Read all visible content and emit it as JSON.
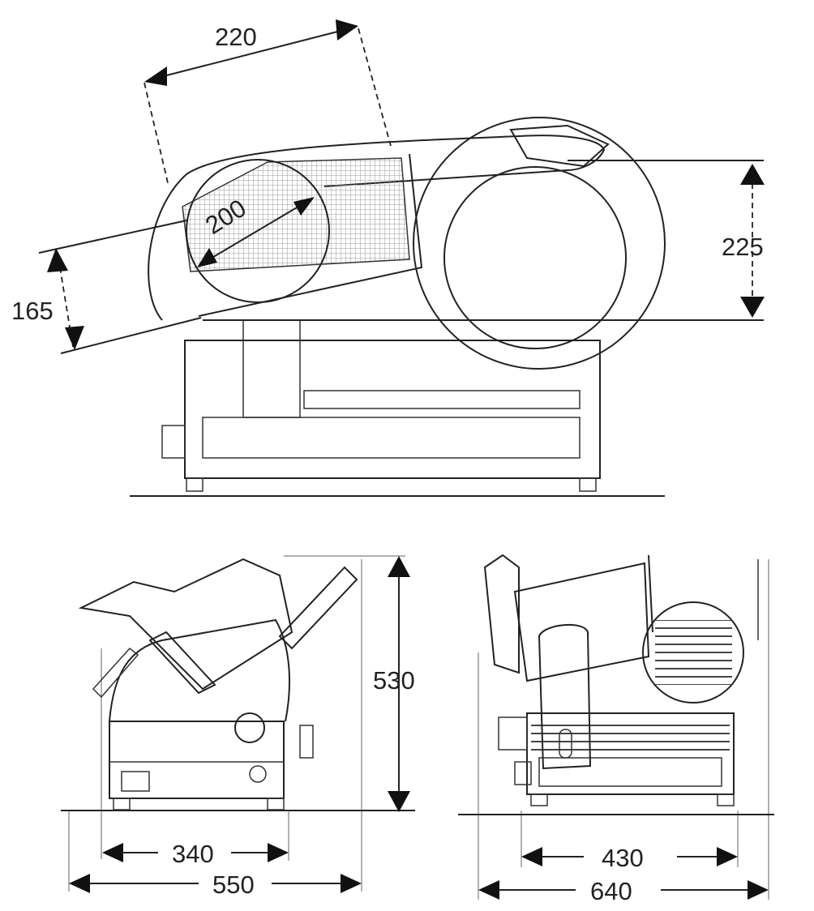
{
  "top_view": {
    "dimensions": {
      "d220": "220",
      "d200": "200",
      "d165": "165",
      "d225": "225"
    }
  },
  "front_view": {
    "dimensions": {
      "d340": "340",
      "d550": "550",
      "d530": "530"
    }
  },
  "side_view": {
    "dimensions": {
      "d430": "430",
      "d640": "640"
    }
  }
}
